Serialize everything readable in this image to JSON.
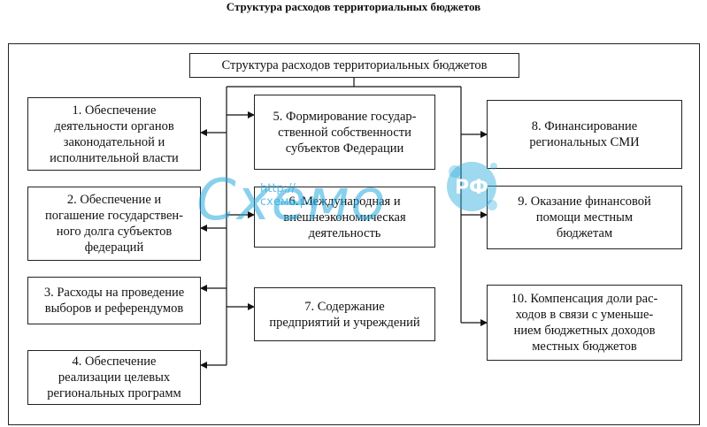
{
  "title": "Структура расходов территориальных бюджетов",
  "root": "Структура расходов территориальных бюджетов",
  "left_items": [
    "1. Обеспечение\nдеятельности органов\nзаконодательной и\nисполнительной власти",
    "2. Обеспечение и\nпогашение государствен-\nного долга субъектов\nфедераций",
    "3. Расходы на проведение\nвыборов и референдумов",
    "4. Обеспечение\nреализации целевых\nрегиональных программ"
  ],
  "middle_items": [
    "5. Формирование государ-\nственной собственности\nсубъектов Федерации",
    "6. Международная и\nвнешнеэкономическая\nдеятельность",
    "7. Содержание\nпредприятий и учреждений"
  ],
  "right_items": [
    "8. Финансирование\nрегиональных СМИ",
    "9. Оказание финансовой\nпомощи местным\nбюджетам",
    "10. Компенсация доли рас-\nходов в связи с уменьше-\nнием бюджетных доходов\nместных бюджетов"
  ],
  "watermark": {
    "logo": "Схемо",
    "url": "http://схемо.рф",
    "badge": "РФ",
    "color": "#28aadc"
  }
}
